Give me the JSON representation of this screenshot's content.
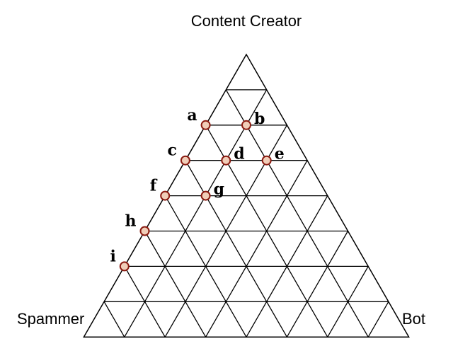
{
  "corners": {
    "top": "Content Creator",
    "left": "Spammer",
    "right": "Bot"
  },
  "grid": {
    "divisions": 8
  },
  "colors": {
    "point_fill": "#f0cdb8",
    "point_stroke": "#8b1a10",
    "lines": "#000000"
  },
  "points": [
    {
      "label": "a",
      "row": 2,
      "col": 0
    },
    {
      "label": "b",
      "row": 2,
      "col": 1
    },
    {
      "label": "c",
      "row": 3,
      "col": 0
    },
    {
      "label": "d",
      "row": 3,
      "col": 1
    },
    {
      "label": "e",
      "row": 3,
      "col": 2
    },
    {
      "label": "f",
      "row": 4,
      "col": 0
    },
    {
      "label": "g",
      "row": 4,
      "col": 1
    },
    {
      "label": "h",
      "row": 5,
      "col": 0
    },
    {
      "label": "i",
      "row": 6,
      "col": 0
    }
  ]
}
